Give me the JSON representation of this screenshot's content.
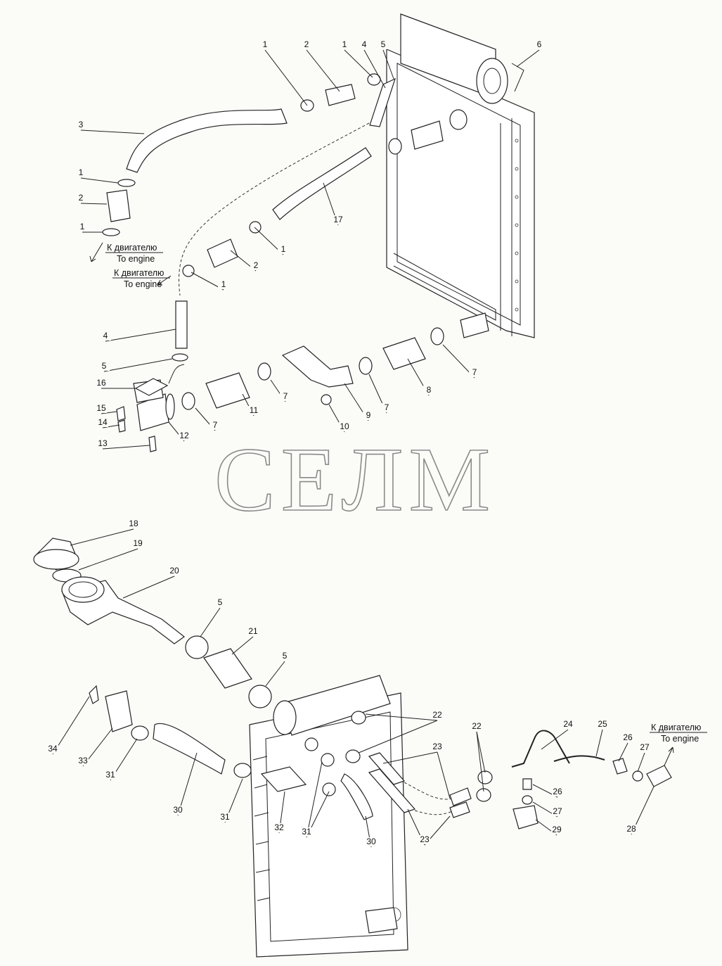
{
  "watermark": "СЕЛМ",
  "notes": [
    {
      "ru": "К двигателю",
      "en": "To engine"
    },
    {
      "ru": "К двигателю",
      "en": "To engine"
    },
    {
      "ru": "К двигателю",
      "en": "To engine"
    }
  ],
  "callouts": [
    "1",
    "2",
    "1",
    "4",
    "5",
    "6",
    "3",
    "1",
    "2",
    "1",
    "17",
    "1",
    "2",
    "1",
    "4",
    "5",
    "16",
    "15",
    "14",
    "13",
    "12",
    "11",
    "7",
    "7",
    "10",
    "9",
    "7",
    "8",
    "7",
    "18",
    "19",
    "20",
    "5",
    "21",
    "5",
    "34",
    "33",
    "31",
    "30",
    "31",
    "32",
    "31",
    "30",
    "22",
    "23",
    "23",
    "22",
    "24",
    "25",
    "26",
    "27",
    "28",
    "26",
    "27",
    "29"
  ]
}
